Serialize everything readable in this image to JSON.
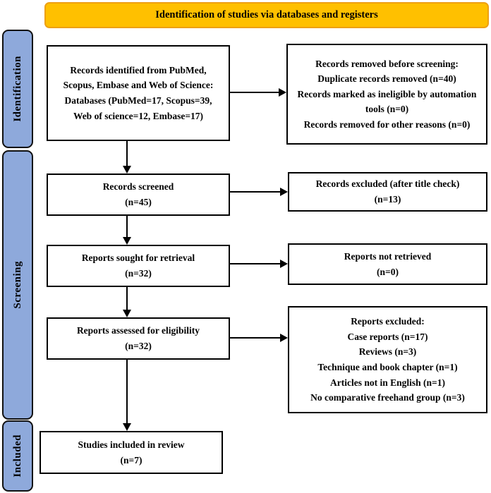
{
  "title": "Identification of studies via databases and registers",
  "colors": {
    "banner_fill": "#FFC000",
    "banner_border": "#EDA013",
    "stage_fill": "#8EA9DB",
    "box_border": "#000000"
  },
  "stages": [
    {
      "label": "Identification"
    },
    {
      "label": "Screening"
    },
    {
      "label": "Included"
    }
  ],
  "boxes": {
    "records_identified": {
      "lines": [
        "Records identified from PubMed,",
        "Scopus, Embase and Web of Science:",
        "Databases (PubMed=17, Scopus=39,",
        "Web of science=12, Embase=17)"
      ]
    },
    "records_removed": {
      "lines": [
        "Records removed before screening:",
        "Duplicate records removed (n=40)",
        "Records marked as ineligible by automation",
        "tools (n=0)",
        "Records removed for other reasons (n=0)"
      ]
    },
    "records_screened": {
      "lines": [
        "Records screened",
        "(n=45)"
      ]
    },
    "records_excluded": {
      "lines": [
        "Records excluded (after title check)",
        "(n=13)"
      ]
    },
    "reports_sought": {
      "lines": [
        "Reports sought for retrieval",
        "(n=32)"
      ]
    },
    "reports_not_retrieved": {
      "lines": [
        "Reports not retrieved",
        "(n=0)"
      ]
    },
    "reports_assessed": {
      "lines": [
        "Reports assessed for eligibility",
        "(n=32)"
      ]
    },
    "reports_excluded": {
      "lines": [
        "Reports excluded:",
        "Case reports (n=17)",
        "Reviews (n=3)",
        "Technique and book chapter (n=1)",
        "Articles not in English (n=1)",
        "No comparative freehand group (n=3)"
      ]
    },
    "studies_included": {
      "lines": [
        "Studies included in review",
        "(n=7)"
      ]
    }
  }
}
